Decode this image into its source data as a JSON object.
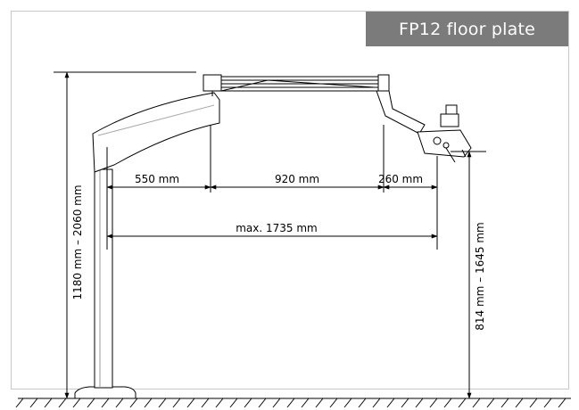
{
  "title": "FP12 floor plate",
  "dimensions": {
    "reach_1": "550 mm",
    "reach_2": "920 mm",
    "reach_3": "260 mm",
    "max_reach": "max. 1735 mm",
    "total_height": "1180 mm – 2060 mm",
    "working_height": "814 mm – 1645 mm"
  }
}
